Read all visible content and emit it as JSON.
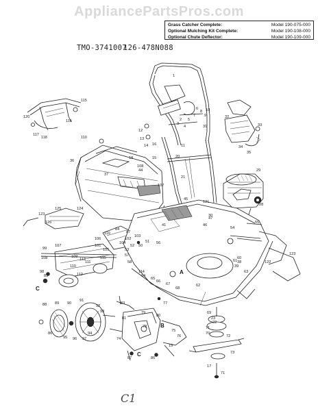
{
  "watermark": "AppliancePartsPros.com",
  "info_box": {
    "rows": [
      {
        "label": "Grass Catcher Complete:",
        "value": "Model 190-075-000"
      },
      {
        "label": "Optional Mulching Kit Complete:",
        "value": "Model 190-108-000"
      },
      {
        "label": "Optional Chute Deflector:",
        "value": "Model 190-109-000"
      }
    ]
  },
  "doc_numbers": [
    "TMO-3741007",
    "126-478N088"
  ],
  "callouts": {
    "handle_upper": [
      "1",
      "2",
      "3",
      "4",
      "5",
      "6",
      "7",
      "8",
      "9",
      "10",
      "31"
    ],
    "deflector": [
      "32",
      "33",
      "34",
      "35"
    ],
    "grass_bag": [
      "36",
      "37",
      "18",
      "108",
      "44",
      "107",
      "45",
      "16",
      "15",
      "14",
      "12",
      "13",
      "110",
      "20",
      "11",
      "21"
    ],
    "engine": [
      "29",
      "28",
      "121",
      "30",
      "55",
      "54",
      "47",
      "46"
    ],
    "mulch_plug": [
      "122",
      "123",
      "124",
      "125",
      "126"
    ],
    "rear_axle": [
      "99",
      "107",
      "108",
      "109",
      "113",
      "115",
      "111",
      "110",
      "112",
      "98",
      "85",
      "84",
      "87",
      "102",
      "104",
      "103",
      "106",
      "119",
      "53",
      "52",
      "51",
      "55",
      "50",
      "57",
      "58",
      "41",
      "105",
      "101",
      "56"
    ],
    "deck": [
      "60",
      "61",
      "62",
      "63",
      "64",
      "65",
      "66",
      "67",
      "68",
      "38",
      "39",
      "114",
      "122",
      "123"
    ],
    "wheel": [
      "88",
      "89",
      "90",
      "91",
      "92",
      "93",
      "94",
      "95",
      "96",
      "97"
    ],
    "drive": [
      "83",
      "81",
      "79",
      "80",
      "78",
      "75",
      "76",
      "77",
      "87",
      "86",
      "19",
      "74"
    ],
    "blade": [
      "69",
      "70",
      "71",
      "72",
      "73",
      "23",
      "22",
      "17",
      "71"
    ],
    "top_left_handle": [
      "120",
      "117",
      "118",
      "116",
      "115"
    ],
    "letters": [
      "A",
      "B",
      "C"
    ]
  },
  "footer_mark": "C1"
}
